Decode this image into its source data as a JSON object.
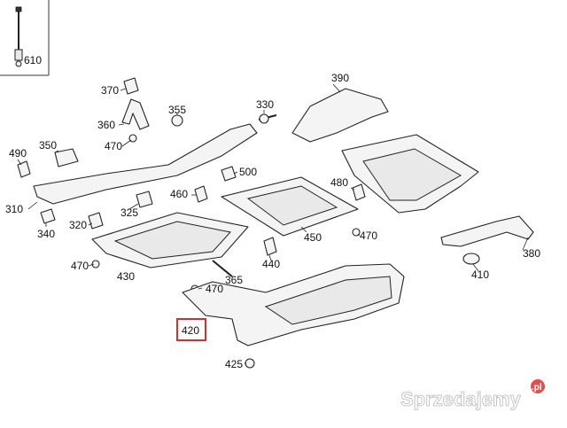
{
  "part_labels": [
    {
      "id": "610",
      "text": "610"
    },
    {
      "id": "370",
      "text": "370"
    },
    {
      "id": "390",
      "text": "390"
    },
    {
      "id": "355",
      "text": "355"
    },
    {
      "id": "330",
      "text": "330"
    },
    {
      "id": "360",
      "text": "360"
    },
    {
      "id": "350",
      "text": "350"
    },
    {
      "id": "470a",
      "text": "470"
    },
    {
      "id": "490",
      "text": "490"
    },
    {
      "id": "500",
      "text": "500"
    },
    {
      "id": "480",
      "text": "480"
    },
    {
      "id": "460",
      "text": "460"
    },
    {
      "id": "310",
      "text": "310"
    },
    {
      "id": "325",
      "text": "325"
    },
    {
      "id": "320",
      "text": "320"
    },
    {
      "id": "340",
      "text": "340"
    },
    {
      "id": "470b",
      "text": "470"
    },
    {
      "id": "450",
      "text": "450"
    },
    {
      "id": "380",
      "text": "380"
    },
    {
      "id": "440",
      "text": "440"
    },
    {
      "id": "470c",
      "text": "470"
    },
    {
      "id": "410",
      "text": "410"
    },
    {
      "id": "430",
      "text": "430"
    },
    {
      "id": "470d",
      "text": "470"
    },
    {
      "id": "365",
      "text": "365"
    },
    {
      "id": "420",
      "text": "420"
    },
    {
      "id": "425",
      "text": "425"
    }
  ],
  "highlighted_part": "420",
  "colors": {
    "highlight": "#d13030",
    "line": "#222222"
  },
  "watermark": {
    "text": "Sprzedajemy",
    "suffix": ".pl"
  }
}
